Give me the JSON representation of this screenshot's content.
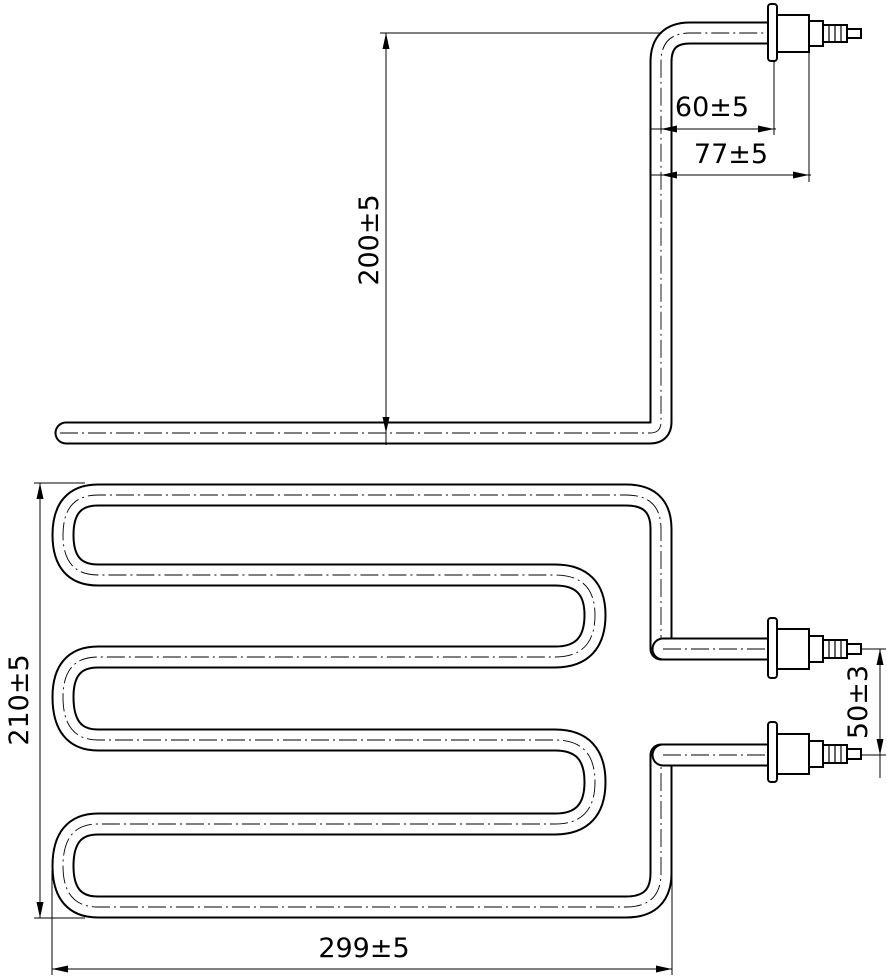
{
  "dimensions": {
    "height_upper": "200±5",
    "offset_60": "60±5",
    "offset_77": "77±5",
    "height_lower": "210±5",
    "terminal_spacing": "50±3",
    "width_lower": "299±5"
  }
}
